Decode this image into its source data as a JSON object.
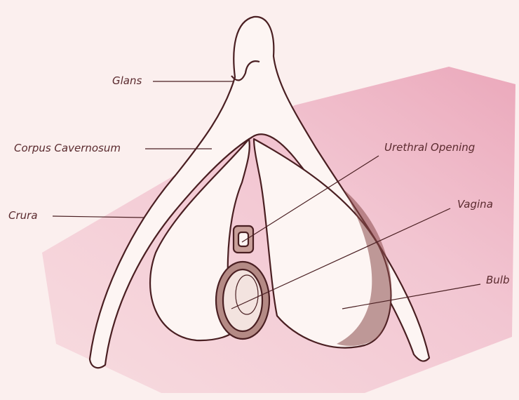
{
  "labels": {
    "glans": "Glans",
    "corpus_cavernosum": "Corpus Cavernosum",
    "crura": "Crura",
    "urethral_opening": "Urethral Opening",
    "vagina": "Vagina",
    "bulb": "Bulb"
  },
  "colors": {
    "background": "#fbefee",
    "wash": "#f0b9c6",
    "ink": "#4a1f22",
    "fill": "#fdf5f3"
  }
}
